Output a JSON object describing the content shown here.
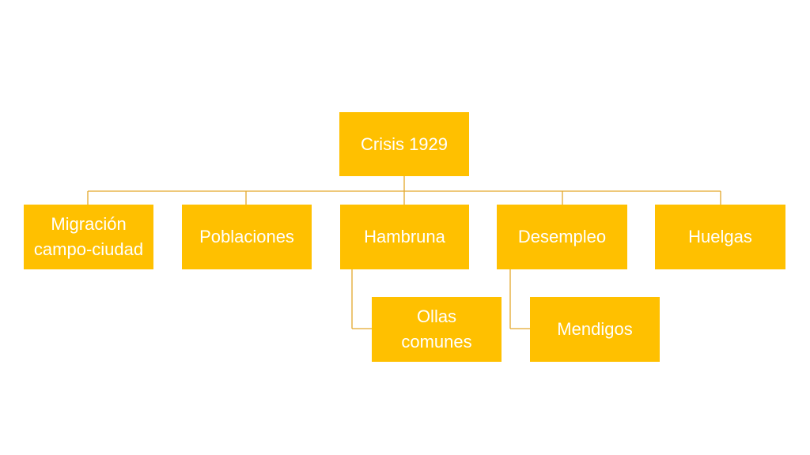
{
  "diagram": {
    "root": {
      "label": "Crisis 1929"
    },
    "children": [
      {
        "label": "Migración campo-ciudad",
        "children": []
      },
      {
        "label": "Poblaciones",
        "children": []
      },
      {
        "label": "Hambruna",
        "children": [
          {
            "label": "Ollas comunes"
          }
        ]
      },
      {
        "label": "Desempleo",
        "children": [
          {
            "label": "Mendigos"
          }
        ]
      },
      {
        "label": "Huelgas",
        "children": []
      }
    ],
    "colors": {
      "node_fill": "#FFC000",
      "node_text": "#FFFFFF",
      "connector": "#E3A82B"
    }
  }
}
